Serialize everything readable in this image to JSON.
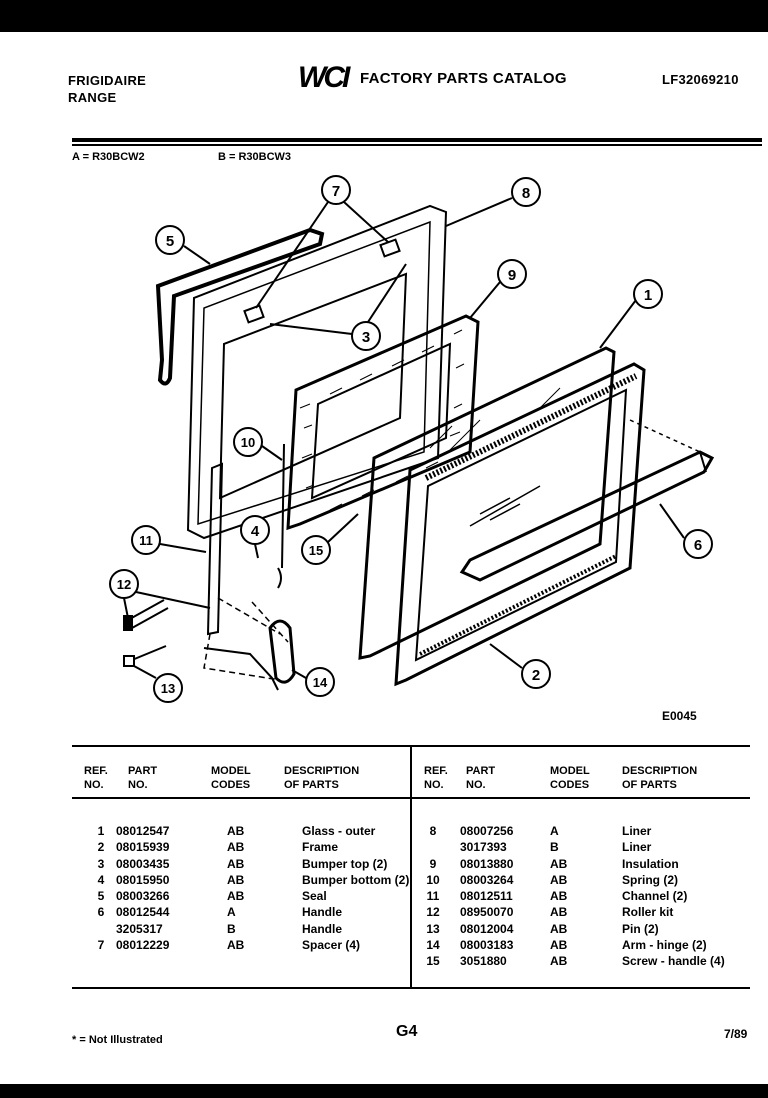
{
  "header": {
    "brand_line1": "FRIGIDAIRE",
    "brand_line2": "RANGE",
    "logo_text": "WCI",
    "catalog_title": "FACTORY PARTS CATALOG",
    "document_number": "LF32069210"
  },
  "models": {
    "a": "A = R30BCW2",
    "b": "B = R30BCW3"
  },
  "diagram": {
    "code": "E0045",
    "callouts": [
      "1",
      "2",
      "3",
      "4",
      "5",
      "6",
      "7",
      "8",
      "9",
      "10",
      "11",
      "12",
      "13",
      "14",
      "15"
    ]
  },
  "table": {
    "headers": {
      "ref": [
        "REF.",
        "NO."
      ],
      "part": [
        "PART",
        "NO."
      ],
      "model": [
        "MODEL",
        "CODES"
      ],
      "desc": [
        "DESCRIPTION",
        "OF PARTS"
      ]
    },
    "left_rows": [
      {
        "ref": "1",
        "part": "08012547",
        "codes": "AB",
        "desc": "Glass - outer"
      },
      {
        "ref": "2",
        "part": "08015939",
        "codes": "AB",
        "desc": "Frame"
      },
      {
        "ref": "3",
        "part": "08003435",
        "codes": "AB",
        "desc": "Bumper top (2)"
      },
      {
        "ref": "4",
        "part": "08015950",
        "codes": "AB",
        "desc": "Bumper bottom (2)"
      },
      {
        "ref": "5",
        "part": "08003266",
        "codes": "AB",
        "desc": "Seal"
      },
      {
        "ref": "6",
        "part": "08012544",
        "codes": "A",
        "desc": "Handle"
      },
      {
        "ref": "",
        "part": "3205317",
        "codes": "B",
        "desc": "Handle"
      },
      {
        "ref": "7",
        "part": "08012229",
        "codes": "AB",
        "desc": "Spacer (4)"
      }
    ],
    "right_rows": [
      {
        "ref": "8",
        "part": "08007256",
        "codes": "A",
        "desc": "Liner"
      },
      {
        "ref": "",
        "part": "3017393",
        "codes": "B",
        "desc": "Liner"
      },
      {
        "ref": "9",
        "part": "08013880",
        "codes": "AB",
        "desc": "Insulation"
      },
      {
        "ref": "10",
        "part": "08003264",
        "codes": "AB",
        "desc": "Spring (2)"
      },
      {
        "ref": "11",
        "part": "08012511",
        "codes": "AB",
        "desc": "Channel (2)"
      },
      {
        "ref": "12",
        "part": "08950070",
        "codes": "AB",
        "desc": "Roller kit"
      },
      {
        "ref": "13",
        "part": "08012004",
        "codes": "AB",
        "desc": "Pin (2)"
      },
      {
        "ref": "14",
        "part": "08003183",
        "codes": "AB",
        "desc": "Arm - hinge (2)"
      },
      {
        "ref": "15",
        "part": "3051880",
        "codes": "AB",
        "desc": "Screw - handle (4)"
      }
    ]
  },
  "footer": {
    "footnote": "* = Not Illustrated",
    "page": "G4",
    "date": "7/89"
  }
}
